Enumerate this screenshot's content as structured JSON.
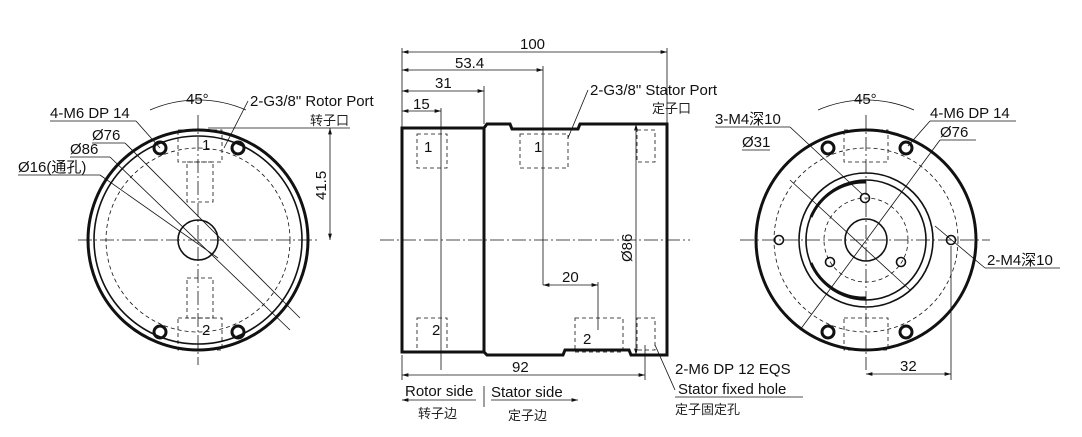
{
  "left_view": {
    "angle": "45°",
    "bolt_holes": "4-M6 DP  14",
    "pcd": "Ø76",
    "outer_dia": "Ø86",
    "bore": "Ø16(通孔)",
    "port": "2-G3/8\"  Rotor Port",
    "port_cn": "转子口",
    "height_dim": "41.5",
    "port_num_1": "1",
    "port_num_2": "2"
  },
  "side_view": {
    "dim_total": "100",
    "dim_53": "53.4",
    "dim_31": "31",
    "dim_15": "15",
    "dim_92": "92",
    "dim_20": "20",
    "dia": "Ø86",
    "stator_port": "2-G3/8\" Stator Port",
    "stator_port_cn": "定子口",
    "fixed_hole": "2-M6 DP 12 EQS",
    "fixed_hole_en": "Stator fixed hole",
    "fixed_hole_cn": "定子固定孔",
    "rotor_side": "Rotor side",
    "rotor_side_cn": "转子边",
    "stator_side": "Stator side",
    "stator_side_cn": "定子边",
    "port_num_1": "1",
    "port_num_2": "2"
  },
  "right_view": {
    "angle": "45°",
    "m4_holes": "3-M4深10",
    "bolt_holes": "4-M6 DP  14",
    "inner_dia": "Ø31",
    "pcd": "Ø76",
    "side_holes": "2-M4深10",
    "offset_dim": "32"
  }
}
